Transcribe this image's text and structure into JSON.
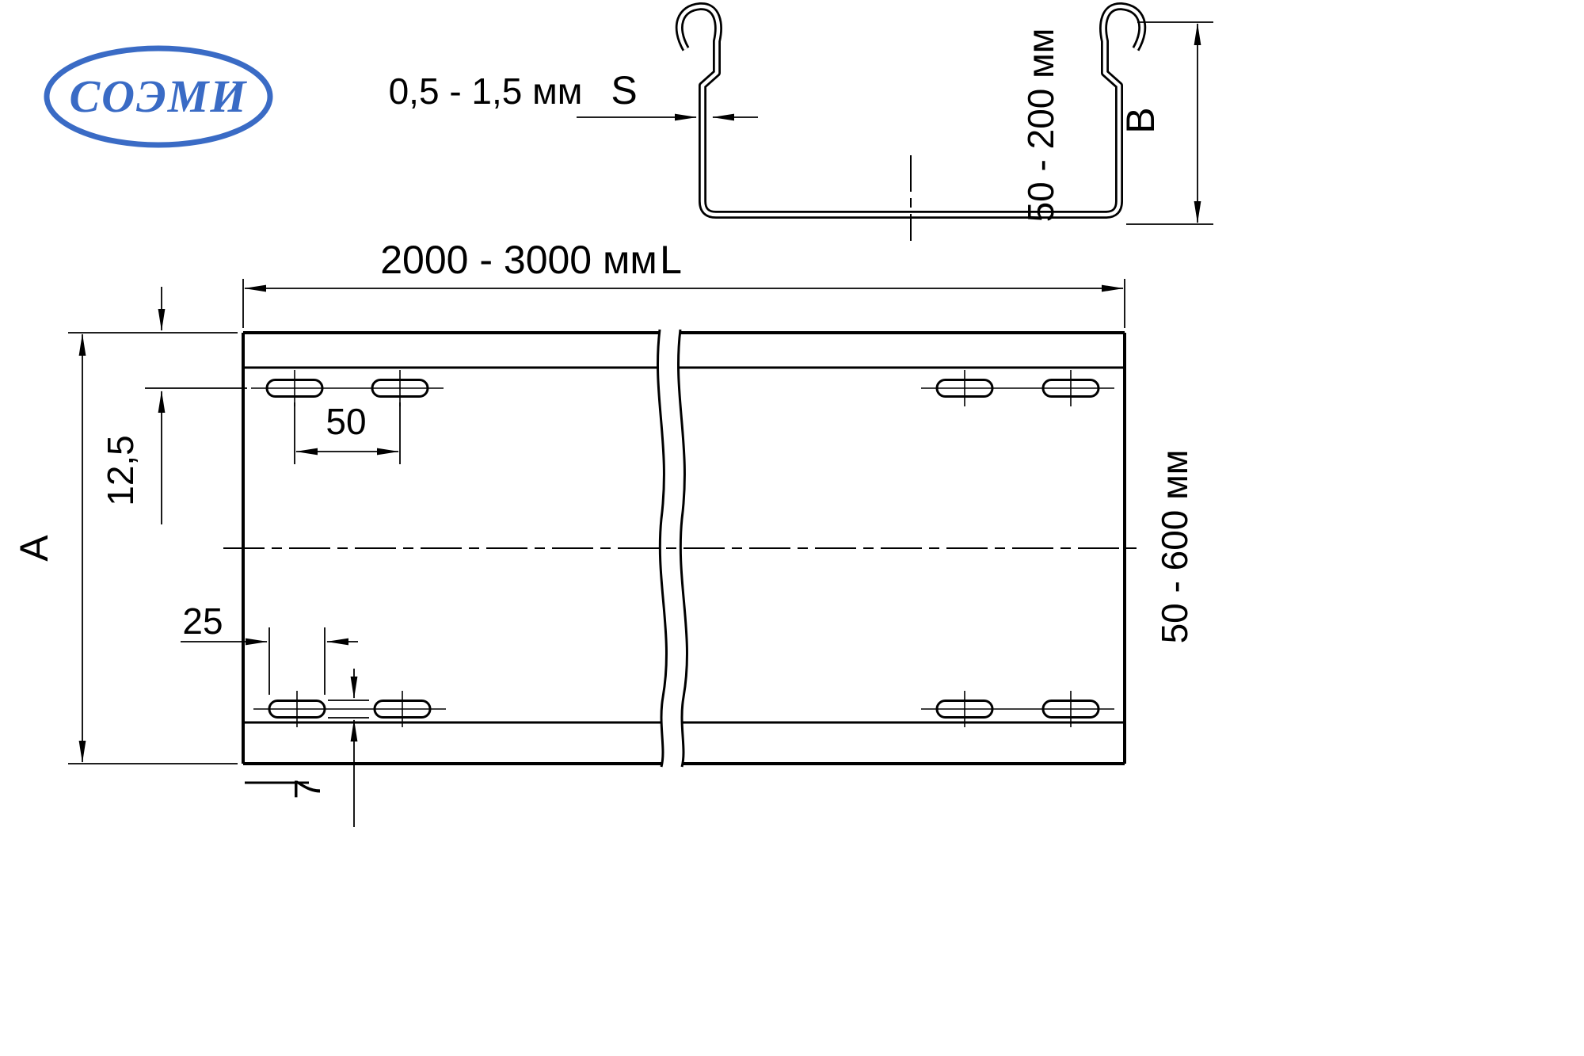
{
  "page": {
    "background": "#ffffff",
    "line_color": "#000000"
  },
  "logo": {
    "text": "СОЭМИ",
    "color": "#3a6bc5"
  },
  "section_view": {
    "thickness_dim": "0,5 - 1,5 мм",
    "thickness_symbol": "S",
    "height_dim": "50 - 200 мм",
    "height_symbol": "B"
  },
  "plan_view": {
    "length_dim": "2000 - 3000 мм",
    "length_symbol": "L",
    "height_symbol": "A",
    "width_dim": "50 - 600 мм",
    "dim_offset": "12,5",
    "dim_spacing": "50",
    "dim_slot_length": "25",
    "dim_slot_width": "7"
  }
}
